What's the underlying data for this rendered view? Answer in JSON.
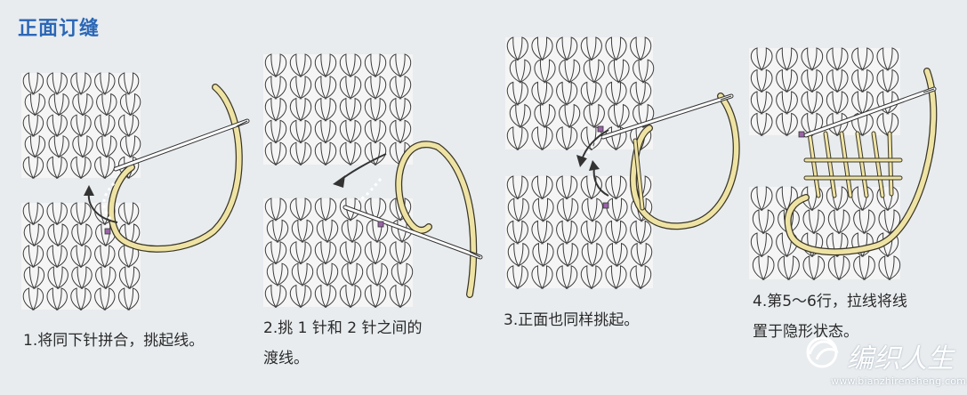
{
  "title": "正面订缝",
  "steps": [
    {
      "caption_lines": [
        "1.将同下针拼合，挑起线。"
      ]
    },
    {
      "caption_lines": [
        "2.挑 1 针和 2 针之间的",
        "渡线。"
      ]
    },
    {
      "caption_lines": [
        "3.正面也同样挑起。"
      ]
    },
    {
      "caption_lines": [
        "4.第5～6行，拉线将线",
        "置于隐形状态。"
      ]
    }
  ],
  "watermark": {
    "brand": "编织人生",
    "url": "www.bianzhirensheng.com"
  },
  "colors": {
    "title": "#2b67b6",
    "background": "#e8ecef",
    "knit_fill": "#f4f5f4",
    "knit_stroke": "#3d3d3d",
    "yarn": "#efe3a4",
    "yarn_stroke": "#3a3526",
    "needle": "#ffffff",
    "marker": "#9a64a8"
  }
}
